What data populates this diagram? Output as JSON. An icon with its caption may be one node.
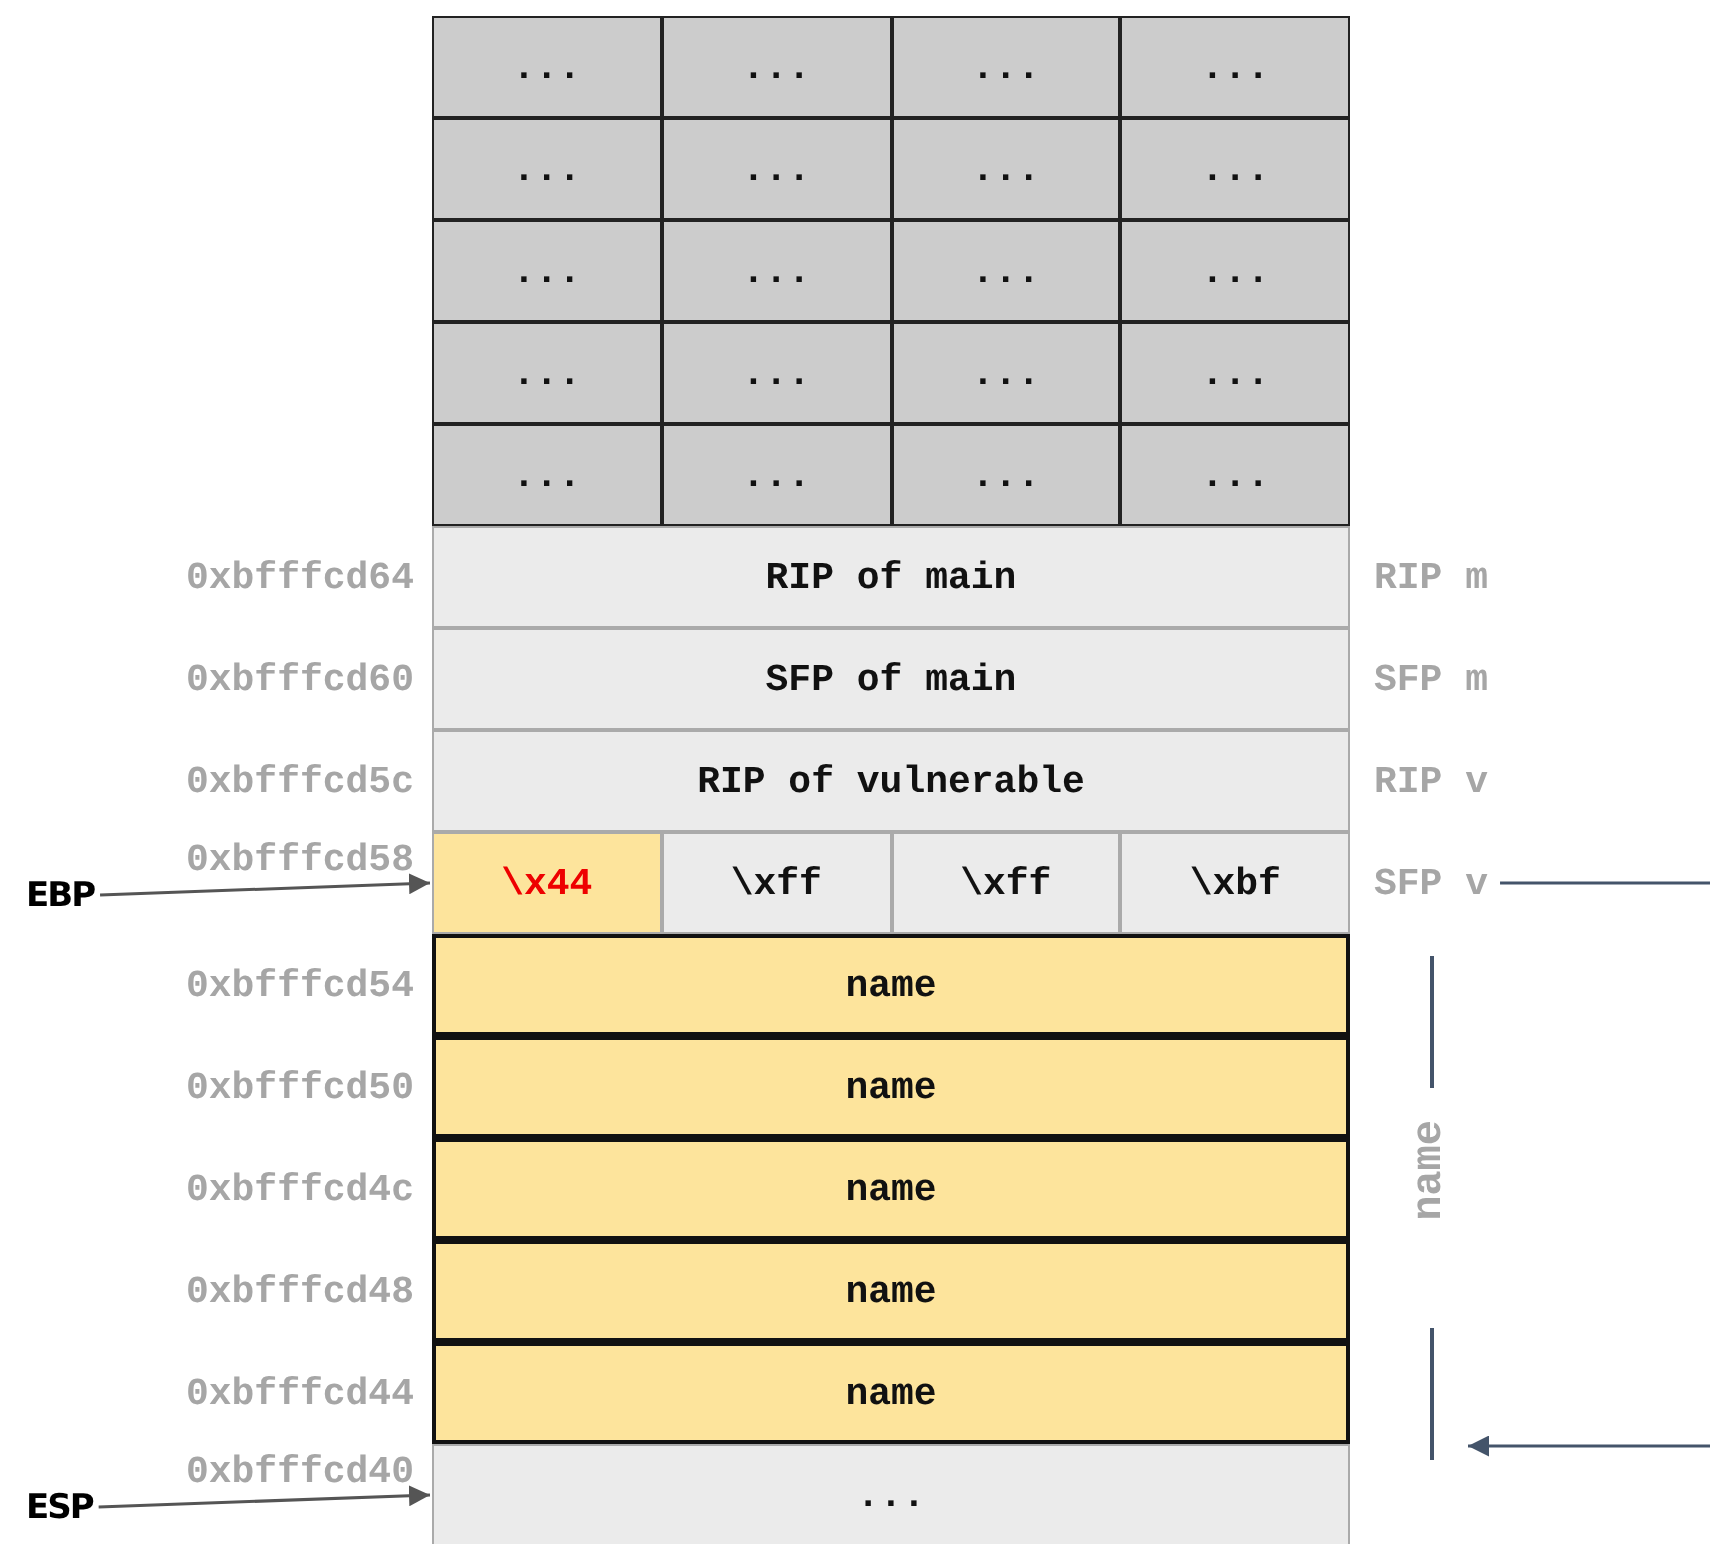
{
  "diagram": {
    "nodes": [
      {
        "text": [
          "..."
        ]
      },
      {
        "text": [
          "..."
        ]
      },
      {
        "text": [
          "..."
        ]
      },
      {
        "text": [
          "..."
        ]
      },
      {
        "text": [
          "..."
        ]
      },
      {
        "text": [
          "..."
        ]
      },
      {
        "text": [
          "..."
        ]
      },
      {
        "text": [
          "..."
        ]
      },
      {
        "text": [
          "..."
        ]
      },
      {
        "text": [
          "..."
        ]
      },
      {
        "text": [
          "..."
        ]
      },
      {
        "text": [
          "..."
        ]
      },
      {
        "text": [
          "..."
        ]
      },
      {
        "text": [
          "..."
        ]
      },
      {
        "text": [
          "..."
        ]
      },
      {
        "text": [
          "..."
        ]
      },
      {
        "text": [
          "..."
        ]
      },
      {
        "text": [
          "..."
        ]
      },
      {
        "text": [
          "..."
        ]
      },
      {
        "text": [
          "..."
        ]
      },
      {
        "text": [
          "RIP of main"
        ]
      },
      {
        "text": [
          "SFP of main"
        ]
      },
      {
        "text": [
          "RIP of vulnerable"
        ]
      },
      {
        "text": [
          "EBP"
        ]
      },
      {
        "text": [
          "\\x44"
        ]
      },
      {
        "text": [
          "\\xff"
        ]
      },
      {
        "text": [
          "\\xff"
        ]
      },
      {
        "text": [
          "\\xbf"
        ]
      },
      {
        "text": [
          "SFP v"
        ]
      },
      {
        "text": [
          "name"
        ]
      },
      {
        "text": [
          "name"
        ]
      },
      {
        "text": [
          "name"
        ]
      },
      {
        "text": [
          "name"
        ]
      },
      {
        "text": [
          "name"
        ]
      },
      {
        "text": [
          "name"
        ]
      },
      {
        "text": [
          "ESP"
        ]
      },
      {
        "text": [
          "..."
        ]
      }
    ],
    "edges": [
      {
        "from": 23,
        "to": 24,
        "arrow": "to"
      },
      {
        "from": 28,
        "to": null,
        "arrow": "none"
      },
      {
        "from": null,
        "to": 34,
        "arrow": "to"
      },
      {
        "from": 35,
        "to": 36,
        "arrow": "to"
      }
    ],
    "labels": [
      "0xbfffcd64",
      "RIP m",
      "0xbfffcd60",
      "SFP m",
      "0xbfffcd5c",
      "RIP v",
      "0xbfffcd58",
      "0xbfffcd54",
      "0xbfffcd50",
      "0xbfffcd4c",
      "0xbfffcd48",
      "0xbfffcd44",
      "0xbfffcd40"
    ]
  }
}
